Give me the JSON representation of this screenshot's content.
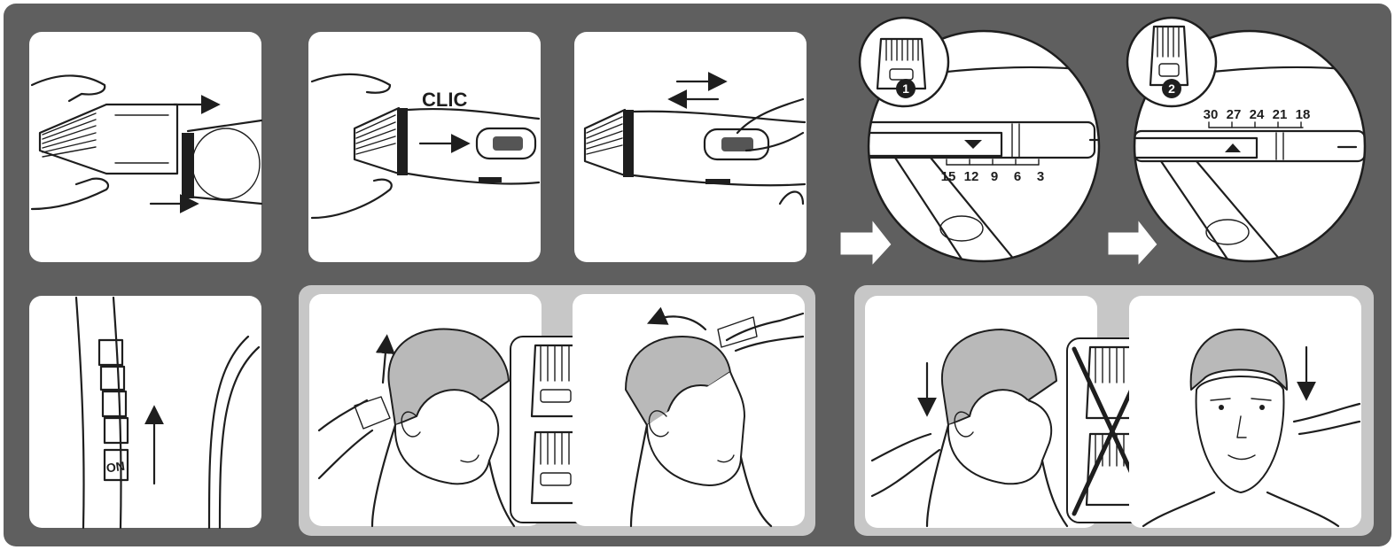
{
  "colors": {
    "background": "#5f5f5f",
    "panel": "#ffffff",
    "group_frame": "#c7c7c7",
    "ink": "#1e1e1e",
    "hair": "#b9b9b9"
  },
  "steps": {
    "clic_label": "CLIC",
    "on_label": "ON",
    "badge_1": "1",
    "badge_2": "2",
    "scale_1": [
      "15",
      "12",
      "9",
      "6",
      "3"
    ],
    "scale_2": [
      "30",
      "27",
      "24",
      "21",
      "18"
    ]
  },
  "icons": [
    "comb-attach-arrows-icon",
    "clic-arrow-icon",
    "slide-adjust-arrows-icon",
    "comb-1-badge-icon",
    "comb-2-badge-icon",
    "next-step-arrow-icon",
    "power-switch-up-arrow-icon",
    "trim-upward-arrow-icon",
    "trim-sideways-arrow-icon",
    "no-comb-cross-icon",
    "trim-down-arrow-icon"
  ]
}
